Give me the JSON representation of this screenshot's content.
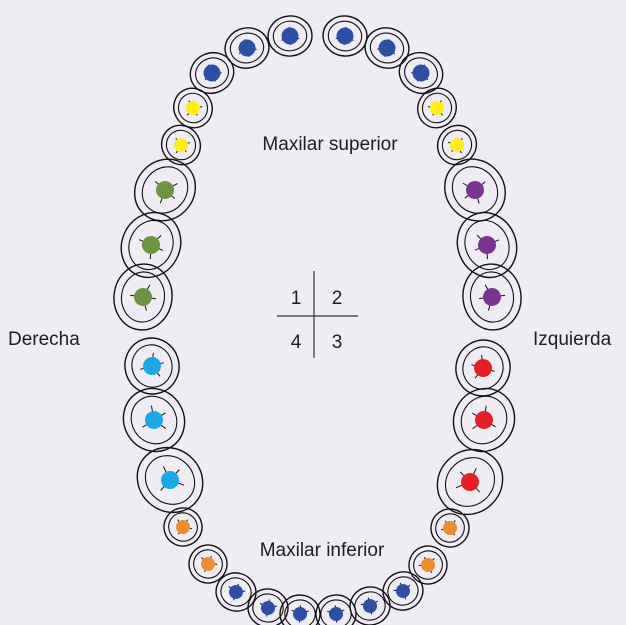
{
  "labels": {
    "upper": "Maxilar superior",
    "lower": "Maxilar inferior",
    "right": "Derecha",
    "left": "Izquierda"
  },
  "quadrants": {
    "q1": "1",
    "q2": "2",
    "q3": "3",
    "q4": "4"
  },
  "colors": {
    "background": "#efecf4",
    "outline": "#111111",
    "blue": "#2e4fa6",
    "yellow": "#ffec1a",
    "green": "#6f9441",
    "purple": "#7b3494",
    "cyan": "#1aa9e6",
    "red": "#e41f26",
    "orange": "#ef8d2c"
  },
  "teeth": {
    "upper_right": [
      "blue",
      "blue",
      "blue",
      "yellow",
      "yellow",
      "green",
      "green",
      "green"
    ],
    "upper_left": [
      "blue",
      "blue",
      "blue",
      "yellow",
      "yellow",
      "purple",
      "purple",
      "purple"
    ],
    "lower_right": [
      "blue",
      "blue",
      "blue",
      "orange",
      "orange",
      "cyan",
      "cyan",
      "cyan"
    ],
    "lower_left": [
      "blue",
      "blue",
      "blue",
      "orange",
      "orange",
      "red",
      "red",
      "red"
    ]
  }
}
